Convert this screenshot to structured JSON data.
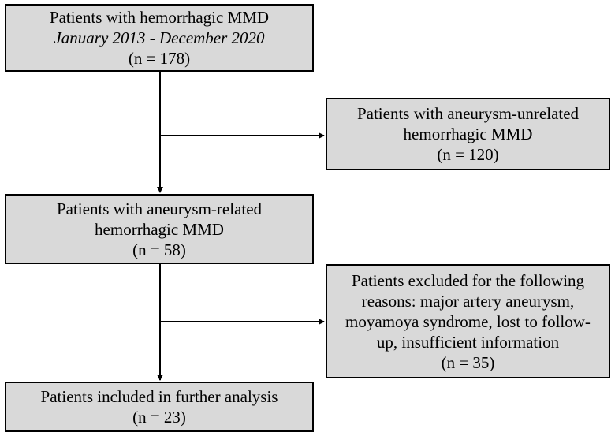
{
  "flowchart": {
    "total": {
      "line1": "Patients with hemorrhagic MMD",
      "line2": "January 2013 - December 2020",
      "count": "(n = 178)"
    },
    "unrelated": {
      "line1": "Patients with aneurysm-unrelated",
      "line2": "hemorrhagic MMD",
      "count": "(n = 120)"
    },
    "related": {
      "line1": "Patients with aneurysm-related",
      "line2": "hemorrhagic MMD",
      "count": "(n = 58)"
    },
    "excluded": {
      "line1": "Patients excluded for the following",
      "line2": "reasons: major artery aneurysm,",
      "line3": "moyamoya syndrome, lost to follow-",
      "line4": "up, insufficient information",
      "count": "(n = 35)"
    },
    "included": {
      "line1": "Patients included in further analysis",
      "count": "(n = 23)"
    }
  },
  "colors": {
    "box_fill": "#d9d9d9",
    "border": "#000000",
    "arrow": "#000000"
  }
}
